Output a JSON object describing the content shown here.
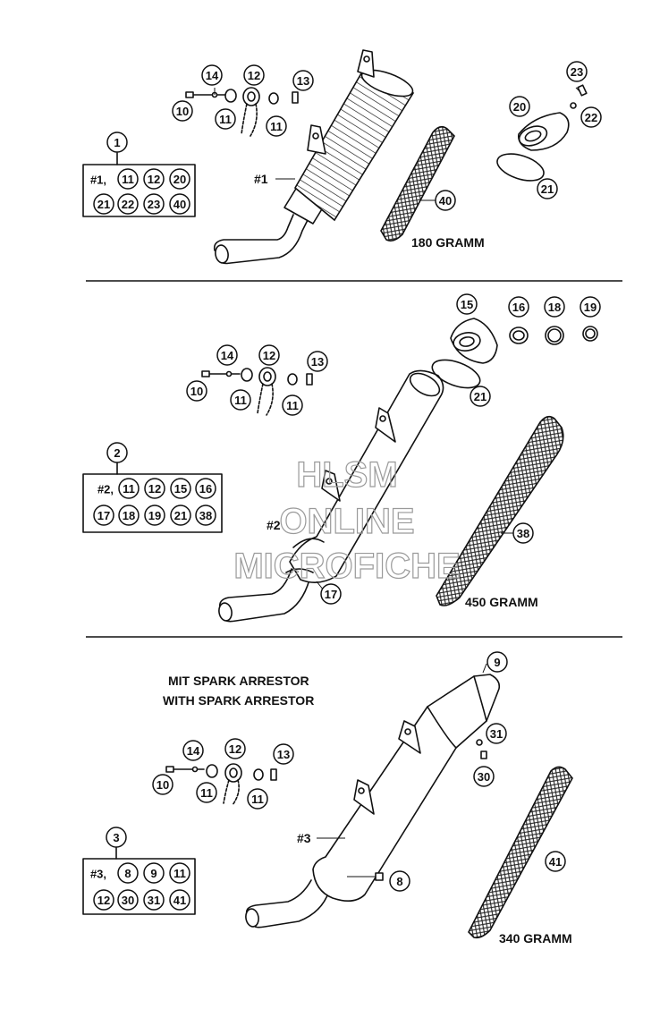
{
  "watermark": {
    "line1": "HLSM",
    "line2": "ONLINE",
    "line3": "MICROFICHE"
  },
  "section1": {
    "kit_number": "1",
    "kit_row1": [
      "#1,",
      "11",
      "12",
      "20"
    ],
    "kit_row2": [
      "21",
      "22",
      "23",
      "40"
    ],
    "muffler_label": "#1",
    "weight_label": "180 GRAMM",
    "callouts": [
      "14",
      "12",
      "13",
      "10",
      "11",
      "11",
      "40",
      "23",
      "20",
      "22",
      "21"
    ]
  },
  "section2": {
    "kit_number": "2",
    "kit_row1": [
      "#2,",
      "11",
      "12",
      "15",
      "16"
    ],
    "kit_row2": [
      "17",
      "18",
      "19",
      "21",
      "38"
    ],
    "muffler_label": "#2",
    "weight_label": "450 GRAMM",
    "callouts": [
      "14",
      "12",
      "13",
      "10",
      "11",
      "11",
      "15",
      "16",
      "18",
      "19",
      "21",
      "38",
      "17"
    ]
  },
  "section3": {
    "title_de": "MIT SPARK ARRESTOR",
    "title_en": "WITH SPARK ARRESTOR",
    "kit_number": "3",
    "kit_row1": [
      "#3,",
      "8",
      "9",
      "11"
    ],
    "kit_row2": [
      "12",
      "30",
      "31",
      "41"
    ],
    "muffler_label": "#3",
    "weight_label": "340 GRAMM",
    "callouts": [
      "9",
      "14",
      "12",
      "13",
      "31",
      "10",
      "11",
      "11",
      "30",
      "41",
      "8"
    ]
  }
}
